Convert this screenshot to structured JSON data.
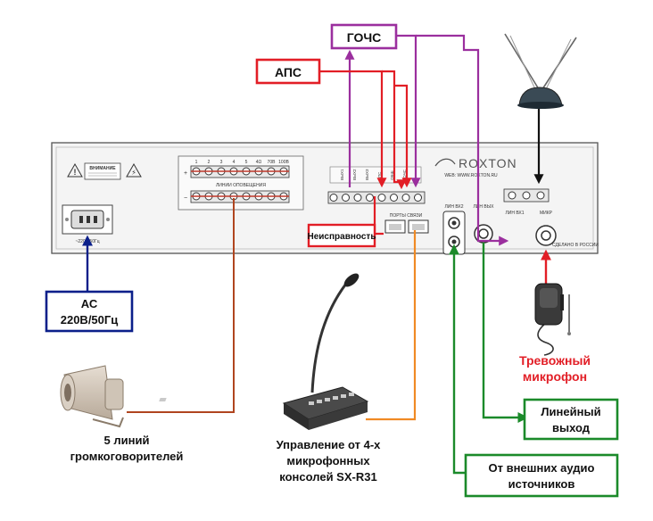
{
  "colors": {
    "red": "#e21e26",
    "purple": "#9b2f9e",
    "black": "#111111",
    "navy": "#0b1f8a",
    "green": "#1b8a2a",
    "orange": "#f08a24",
    "rust": "#b0451f"
  },
  "labels": {
    "gochs": "ГОЧС",
    "aps": "АПС",
    "fault": "Неисправность",
    "ac_line1": "АС",
    "ac_line2": "220В/50Гц",
    "speakers_line1": "5 линий",
    "speakers_line2": "громкоговорителей",
    "consoles_line1": "Управление от 4-х",
    "consoles_line2": "микрофонных",
    "consoles_line3": "консолей SX-R31",
    "alarm_mic_line1": "Тревожный",
    "alarm_mic_line2": "микрофон",
    "line_out_line1": "Линейный",
    "line_out_line2": "выход",
    "ext_audio_line1": "От внешних аудио",
    "ext_audio_line2": "источников"
  },
  "panel": {
    "brand": "ROXTON",
    "website": "WEB: WWW.ROXTON.RU",
    "warning_title": "ВНИМАНИЕ",
    "mains_label": "~220В/50Гц",
    "ports_label": "ПОРТЫ СВЯЗИ",
    "speaker_lines_label": "ЛИНИИ ОПОВЕЩЕНИЯ",
    "terminal_numbers": [
      "1",
      "2",
      "3",
      "4",
      "5",
      "4Ω",
      "70В",
      "100В"
    ],
    "control_labels": [
      "ВЫХ1",
      "ВЫХ2",
      "ВЫХ3",
      "АПС",
      "ОБЩ",
      "ГОЧС"
    ],
    "jack_labels": [
      "ЛИН ВХ2",
      "ЛИН ВЫХ",
      "ЛИН ВХ1",
      "МИКР"
    ],
    "made_in": "СДЕЛАНО В РОССИИ"
  }
}
